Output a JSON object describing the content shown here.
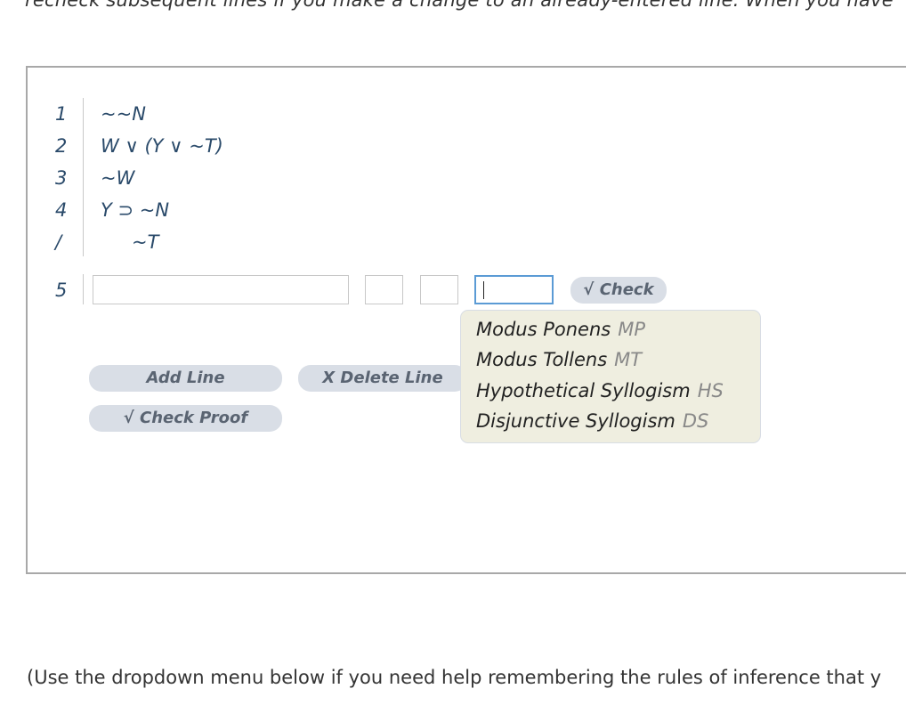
{
  "instructions": {
    "top_text": "recheck subsequent lines if you make a change to an already-entered line. When you have",
    "bottom_text": "(Use the dropdown menu below if you need help remembering the rules of inference that y"
  },
  "proof": {
    "premises": [
      {
        "num": "1",
        "formula": "~~N"
      },
      {
        "num": "2",
        "formula": "W ∨ (Y ∨ ~T)"
      },
      {
        "num": "3",
        "formula": "~W"
      },
      {
        "num": "4",
        "formula": "Y ⊃ ~N"
      }
    ],
    "conclusion": {
      "marker": "/",
      "formula": "~T"
    },
    "entry_line": {
      "num": "5",
      "formula_value": "",
      "ref1_value": "",
      "ref2_value": "",
      "rule_value": ""
    }
  },
  "buttons": {
    "check_label": "√ Check",
    "add_line_label": "Add Line",
    "delete_line_label": "X  Delete Line",
    "check_proof_label": "√ Check Proof"
  },
  "dropdown": {
    "items": [
      {
        "name": "Modus Ponens",
        "abbr": "MP"
      },
      {
        "name": "Modus Tollens",
        "abbr": "MT"
      },
      {
        "name": "Hypothetical Syllogism",
        "abbr": "HS"
      },
      {
        "name": "Disjunctive Syllogism",
        "abbr": "DS"
      }
    ]
  },
  "colors": {
    "formula_text": "#2a4a6a",
    "button_bg": "#d9dee6",
    "dropdown_bg": "#efeee0",
    "focus_border": "#5b9bd5"
  }
}
